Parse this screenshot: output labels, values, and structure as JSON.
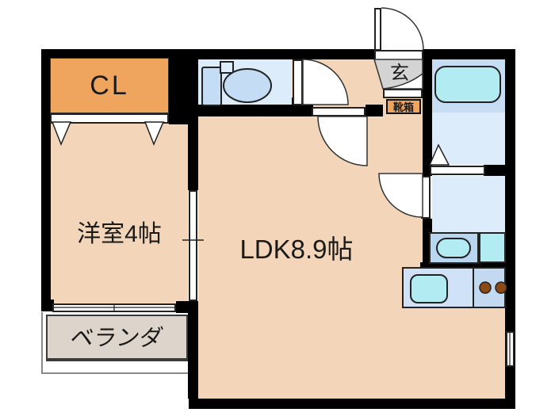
{
  "floorplan": {
    "type": "japanese-apartment-floor-plan",
    "rooms": {
      "closet": {
        "label": "CL"
      },
      "western_room": {
        "label": "洋室4帖"
      },
      "ldk": {
        "label": "LDK8.9帖"
      },
      "entrance": {
        "label": "玄"
      },
      "shoe_box": {
        "label": "靴箱"
      },
      "veranda": {
        "label": "ベランダ"
      }
    },
    "fixtures": [
      "toilet-icon",
      "bathtub-icon",
      "washbasin-icon",
      "washing-machine-pan-icon",
      "kitchen-sink-icon",
      "stove-burners-icon",
      "entrance-door-swing-icon",
      "toilet-door-swing-icon",
      "hall-door-swing-icon",
      "washroom-door-swing-icon",
      "bath-folding-door-icon",
      "closet-folding-door-icon",
      "sliding-door-icon",
      "window-icon"
    ],
    "colors": {
      "wall": "#000000",
      "room_floor": "#f3d6b9",
      "closet_orange": "#efa55e",
      "wet_area_blue": "#dcecfa",
      "bath_band_blue": "#c6ddf4",
      "fixture_blue": "#c4ddf4",
      "basin_cyan": "#b2ebf2",
      "entrance_gray": "#d4d4d4",
      "veranda_gray": "#ddd5cb",
      "burner_brown": "#8d4a17"
    }
  }
}
